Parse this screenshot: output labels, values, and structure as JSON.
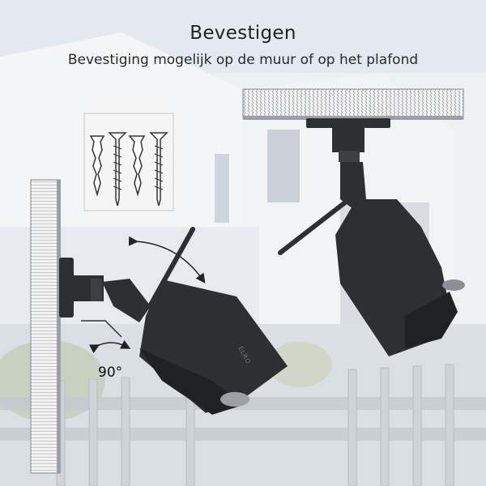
{
  "heading": {
    "title": "Bevestigen",
    "subtitle": "Bevestiging mogelijk op de muur of op het plafond"
  },
  "annotations": {
    "angle_label": "90°",
    "brand_mark": "ELRO"
  },
  "icons": {
    "screws": "screws-and-wall-plugs-icon",
    "wall_camera": "wall-mounted-camera",
    "ceiling_camera": "ceiling-mounted-camera",
    "rotation_arrow": "rotation-arc-arrow"
  },
  "colors": {
    "camera": "#2d2f33",
    "background": "#dfe6ee",
    "hatch": "#8a8f95"
  }
}
